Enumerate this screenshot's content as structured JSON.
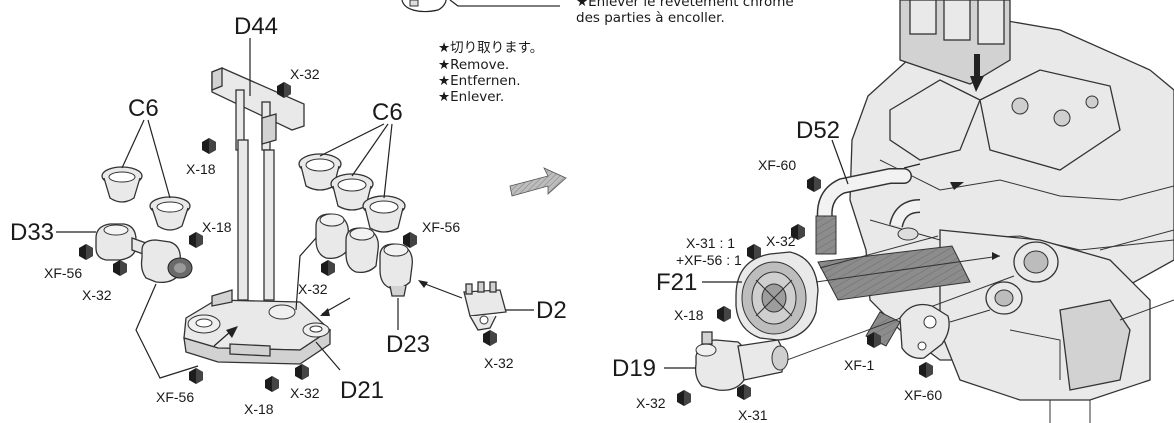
{
  "removal_note": {
    "jp": "★切り取ります。",
    "en": "★Remove.",
    "de": "★Entfernen.",
    "fr": "★Enlever."
  },
  "top_note": {
    "line1": "★Enlever le revêtement chromé",
    "line2": "des parties à encoller."
  },
  "part_labels": {
    "d44": "D44",
    "c6_left": "C6",
    "c6_right": "C6",
    "d33": "D33",
    "d2": "D2",
    "d23": "D23",
    "d21": "D21",
    "d52": "D52",
    "f21": "F21",
    "d19": "D19"
  },
  "paint_labels": {
    "x32_a": "X-32",
    "x18_a": "X-18",
    "x18_b": "X-18",
    "xf56_a": "XF-56",
    "xf56_b": "XF-56",
    "x32_b": "X-32",
    "x32_c": "X-32",
    "x32_d": "X-32",
    "xf56_c": "XF-56",
    "x18_c": "X-18",
    "x32_e": "X-32",
    "xf60_a": "XF-60",
    "mix_1": "X-31 : 1",
    "mix_2": "+XF-56 : 1",
    "x32_f": "X-32",
    "x18_d": "X-18",
    "x32_g": "X-32",
    "x31": "X-31",
    "xf1": "XF-1",
    "xf60_b": "XF-60"
  }
}
